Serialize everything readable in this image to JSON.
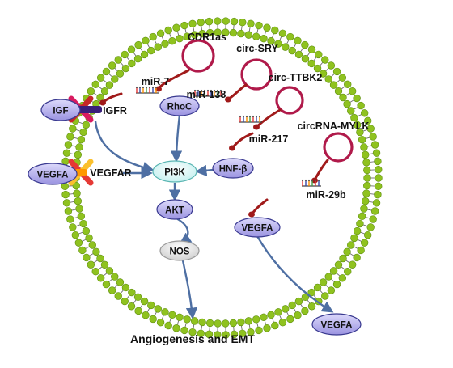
{
  "diagram": {
    "rna_labels": {
      "cdr1as": "CDR1as",
      "circ_sry": "circ-SRY",
      "circ_ttbk2": "circ-TTBK2",
      "circrna_mylk": "circRNA-MYLK",
      "mir7": "miR-7",
      "mir138": "miR-138",
      "mir217": "miR-217",
      "mir29b": "miR-29b"
    },
    "receptors": {
      "igf": "IGF",
      "igfr": "IGFR",
      "vegfa_out": "VEGFA",
      "vegfar": "VEGFAR"
    },
    "nodes": {
      "rhoc": "RhoC",
      "pi3k": "PI3K",
      "hnf": "HNF-β",
      "akt": "AKT",
      "nos": "NOS",
      "vegfa_in": "VEGFA",
      "vegfa_secreted": "VEGFA"
    },
    "output_label": "Angiogenesis and EMT"
  },
  "colors": {
    "membrane_bead": "#8fc21f",
    "membrane_bead_edge": "#5f8f0f",
    "circ_ring": "#b01a4a",
    "mirna": "#a01a1a",
    "node_fill": "#b9b4ec",
    "node_edge": "#3a3a90",
    "pi3k_fill": "#d8f7f5",
    "arrow": "#4e6fa3"
  }
}
